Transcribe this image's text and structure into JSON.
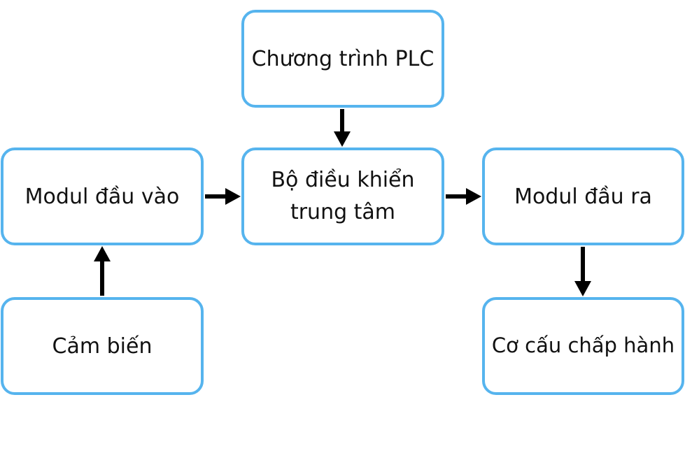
{
  "nodes": {
    "plc_program": "Chương trình PLC",
    "input_module": "Modul đầu vào",
    "central_controller_line1": "Bộ điều khiển",
    "central_controller_line2": "trung tâm",
    "output_module": "Modul đầu ra",
    "sensor": "Cảm biến",
    "actuator": "Cơ cấu chấp hành"
  },
  "colors": {
    "border": "#56b4ee",
    "arrow": "#000000",
    "text": "#111111"
  }
}
